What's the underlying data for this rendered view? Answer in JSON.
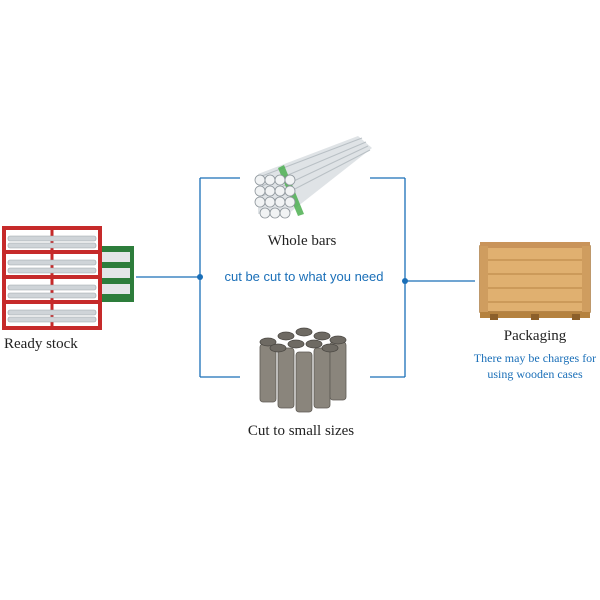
{
  "colors": {
    "connector": "#1a6fb8",
    "rack": "#c62a2a",
    "rack_green": "#2d7d3b",
    "bars": "#cfd4d8",
    "crate": "#e0b070"
  },
  "nodes": {
    "ready_stock": {
      "label": "Ready stock",
      "icon": "storage-rack-icon"
    },
    "whole_bars": {
      "label": "Whole bars",
      "icon": "aluminum-bars-icon"
    },
    "small_sizes": {
      "label": "Cut to small sizes",
      "icon": "cut-billets-icon"
    },
    "packaging": {
      "label": "Packaging",
      "icon": "wooden-crate-icon",
      "note_line1": "There may be charges for",
      "note_line2": "using wooden cases"
    }
  },
  "connector": {
    "label": "cut be cut to what you need"
  }
}
